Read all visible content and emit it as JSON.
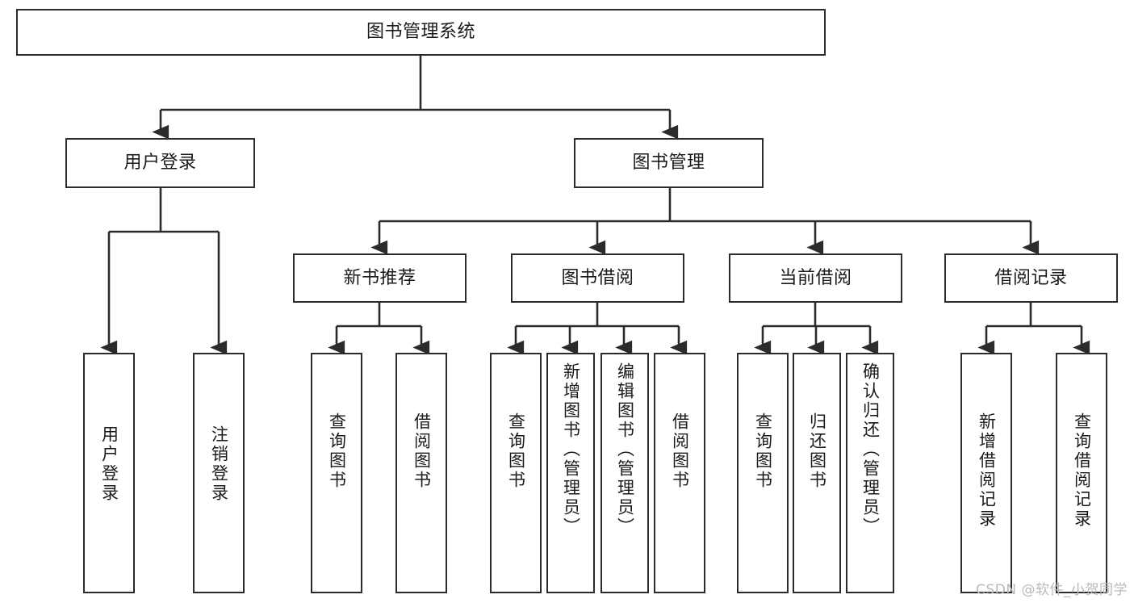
{
  "diagram": {
    "title": "图书管理系统",
    "type": "tree-hierarchy-diagram",
    "root": {
      "label": "图书管理系统"
    },
    "level2": [
      {
        "label": "用户登录"
      },
      {
        "label": "图书管理"
      }
    ],
    "level3": [
      {
        "label": "新书推荐"
      },
      {
        "label": "图书借阅"
      },
      {
        "label": "当前借阅"
      },
      {
        "label": "借阅记录"
      }
    ],
    "leaves": {
      "user_login": [
        {
          "label": "用户登录"
        },
        {
          "label": "注销登录"
        }
      ],
      "new_book_recommend": [
        {
          "label": "查询图书"
        },
        {
          "label": "借阅图书"
        }
      ],
      "book_borrow": [
        {
          "label": "查询图书"
        },
        {
          "label": "新增图书（管理员）"
        },
        {
          "label": "编辑图书（管理员）"
        },
        {
          "label": "借阅图书"
        }
      ],
      "current_borrow": [
        {
          "label": "查询图书"
        },
        {
          "label": "归还图书"
        },
        {
          "label": "确认归还（管理员）"
        }
      ],
      "borrow_record": [
        {
          "label": "新增借阅记录"
        },
        {
          "label": "查询借阅记录"
        }
      ]
    }
  },
  "watermark": {
    "text": "CSDN @软件_小贺同学"
  },
  "colors": {
    "stroke": "#2b2b2b",
    "background": "#ffffff",
    "text": "#1a1a1a",
    "watermark": "#b9b9b9"
  }
}
